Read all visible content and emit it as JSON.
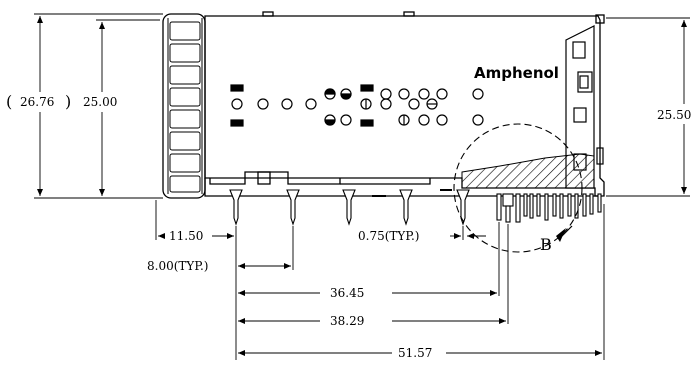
{
  "brand": "Amphenol",
  "dimensions": {
    "overall_height_ref": "26.76",
    "height_left": "25.00",
    "height_right": "25.50",
    "pin_offset": "11.50",
    "pin_pitch": "8.00(TYP.)",
    "pin_width": "0.75(TYP.)",
    "length_a": "36.45",
    "length_b": "38.29",
    "length_c": "51.57"
  },
  "paren_open": "(",
  "paren_close": ")",
  "detail_label": "B"
}
